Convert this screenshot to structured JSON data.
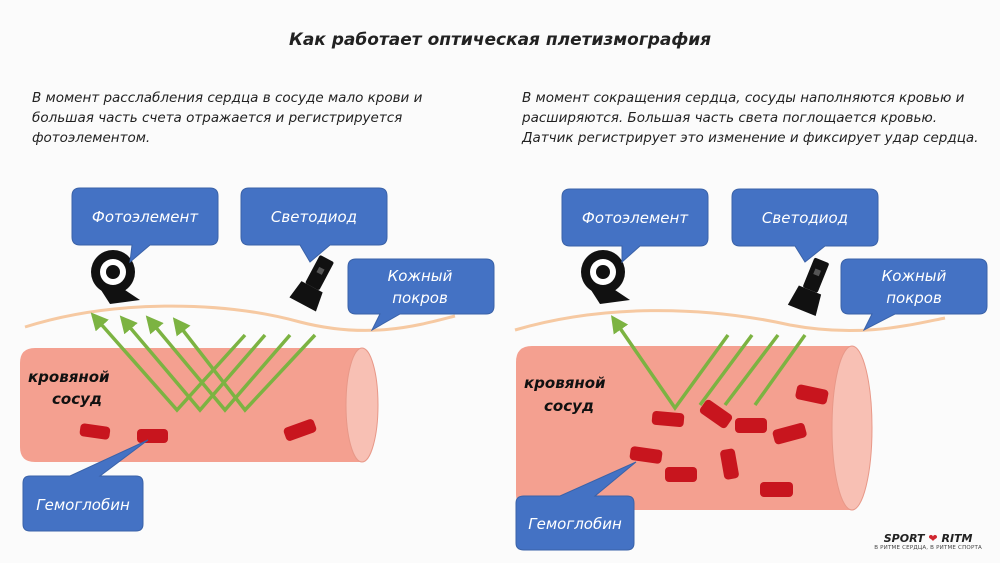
{
  "title": "Как работает  оптическая  плетизмография",
  "panels": {
    "left": {
      "description": "В момент  расслабления сердца в сосуде мало крови и большая часть счета отражается и регистрируется фотоэлементом.",
      "labels": {
        "photo": "Фотоэлемент",
        "led": "Светодиод",
        "skin_line1": "Кожный",
        "skin_line2": "покров",
        "vessel_line1": "кровяной",
        "vessel_line2": "сосуд",
        "hemoglobin": "Гемоглобин"
      }
    },
    "right": {
      "description": "В момент  сокращения сердца, сосуды наполняются кровью и расширяются. Большая часть света поглощается кровью. Датчик регистрирует это изменение и фиксирует удар сердца.",
      "labels": {
        "photo": "Фотоэлемент",
        "led": "Светодиод",
        "skin_line1": "Кожный",
        "skin_line2": "покров",
        "vessel_line1": "кровяной",
        "vessel_line2": "сосуд",
        "hemoglobin": "Гемоглобин"
      }
    }
  },
  "logo": {
    "brand_left": "SPORT",
    "brand_heart": "❤",
    "brand_right": "RITM",
    "tagline": "В РИТМЕ СЕРДЦА, В РИТМЕ СПОРТА"
  },
  "colors": {
    "callout": "#4472c4",
    "vessel": "#f4a090",
    "vessel_end": "#f8c0b4",
    "blood_cell": "#c8151e",
    "light_ray": "#7cb342",
    "skin": "#f6c9a2"
  }
}
